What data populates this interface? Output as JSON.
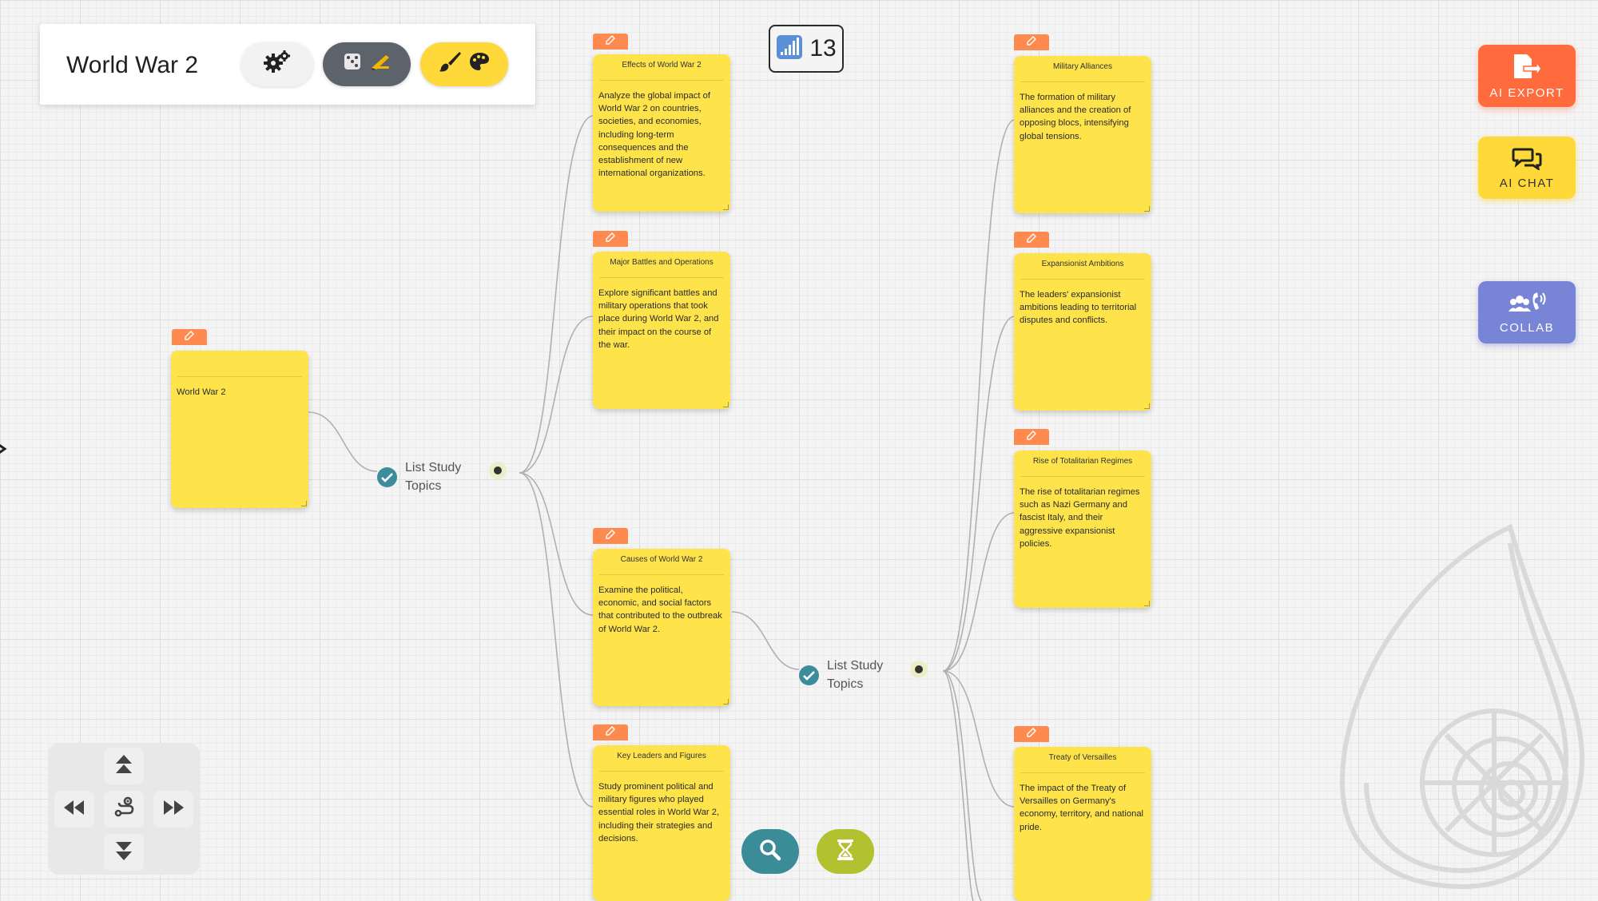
{
  "header": {
    "title": "World War 2"
  },
  "counter": {
    "value": "13"
  },
  "actions": {
    "export_label": "AI EXPORT",
    "chat_label": "AI CHAT",
    "collab_label": "COLLAB"
  },
  "process": {
    "label_1": "List Study Topics",
    "label_2": "List Study Topics"
  },
  "nodes": {
    "root": {
      "title": "",
      "body": "World War 2"
    },
    "effects": {
      "title": "Effects of World War 2",
      "body": "Analyze the global impact of World War 2 on countries, societies, and economies, including long-term consequences and the establishment of new international organizations."
    },
    "battles": {
      "title": "Major Battles and Operations",
      "body": "Explore significant battles and military operations that took place during World War 2, and their impact on the course of the war."
    },
    "causes": {
      "title": "Causes of World War 2",
      "body": "Examine the political, economic, and social factors that contributed to the outbreak of World War 2."
    },
    "leaders": {
      "title": "Key Leaders and Figures",
      "body": "Study prominent political and military figures who played essential roles in World War 2, including their strategies and decisions."
    },
    "alliances": {
      "title": "Military Alliances",
      "body": "The formation of military alliances and the creation of opposing blocs, intensifying global tensions."
    },
    "expansionist": {
      "title": "Expansionist Ambitions",
      "body": "The leaders' expansionist ambitions leading to territorial disputes and conflicts."
    },
    "totalitarian": {
      "title": "Rise of Totalitarian Regimes",
      "body": "The rise of totalitarian regimes such as Nazi Germany and fascist Italy, and their aggressive expansionist policies."
    },
    "versailles": {
      "title": "Treaty of Versailles",
      "body": "The impact of the Treaty of Versailles on Germany's economy, territory, and national pride."
    }
  },
  "icons": {
    "settings": "gears-icon",
    "random": "dice-icon",
    "write": "writing-hand-icon",
    "style": "paintbrush-icon",
    "palette": "palette-icon",
    "counter": "signal-bars-icon",
    "export": "export-file-icon",
    "chat": "chat-bubbles-icon",
    "collab": "users-phone-icon",
    "search": "search-icon",
    "timer": "hourglass-icon",
    "edit": "edit-icon"
  },
  "colors": {
    "node": "#fee44a",
    "node_tab": "#ff8a50",
    "export": "#ff6b3d",
    "chat": "#fed939",
    "collab": "#7884d6",
    "search": "#3a8c99",
    "timer": "#b1c12f",
    "check": "#3d8c9c"
  }
}
